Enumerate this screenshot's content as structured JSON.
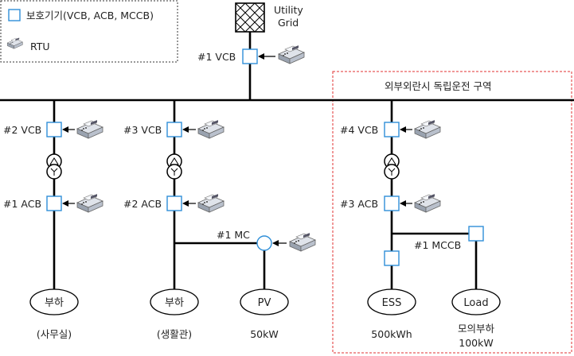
{
  "legend": {
    "breaker_label": "보호기기(VCB, ACB, MCCB)",
    "rtu_label": "RTU"
  },
  "grid": {
    "label_line1": "Utility",
    "label_line2": "Grid"
  },
  "zone_label": "외부외란시 독립운전 구역",
  "devices": {
    "vcb1": "#1 VCB",
    "vcb2": "#2 VCB",
    "vcb3": "#3 VCB",
    "vcb4": "#4 VCB",
    "acb1": "#1 ACB",
    "acb2": "#2 ACB",
    "acb3": "#3 ACB",
    "mc1": "#1 MC",
    "mccb1": "#1 MCCB"
  },
  "loads": {
    "office": {
      "name": "부하",
      "caption": "(사무실)"
    },
    "living": {
      "name": "부하",
      "caption": "(생활관)"
    },
    "pv": {
      "name": "PV",
      "caption": "50kW"
    },
    "ess": {
      "name": "ESS",
      "caption": "500kWh"
    },
    "load": {
      "name": "Load",
      "caption_line1": "모의부하",
      "caption_line2": "100kW"
    }
  },
  "colors": {
    "breaker_stroke": "#2f8fd8",
    "zone_border": "#e03030",
    "wire": "#000000"
  }
}
